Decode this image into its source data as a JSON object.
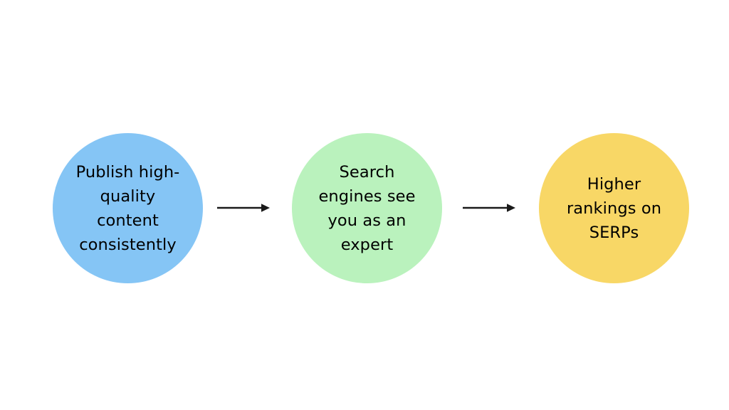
{
  "diagram": {
    "type": "horizontal-flow",
    "background_color": "#ffffff",
    "text_color": "#000000",
    "nodes": [
      {
        "id": "publish-content",
        "label": "Publish high-\nquality\ncontent\nconsistently",
        "lines": [
          "Publish high-",
          "quality",
          "content",
          "consistently"
        ],
        "shape": "circle",
        "color": "#85c5f5",
        "color_name": "light-blue"
      },
      {
        "id": "search-engines-expert",
        "label": "Search\nengines see\nyou as an\nexpert",
        "lines": [
          "Search",
          "engines see",
          "you as an",
          "expert"
        ],
        "shape": "circle",
        "color": "#baf2bd",
        "color_name": "light-green"
      },
      {
        "id": "higher-rankings",
        "label": "Higher\nrankings on\nSERPs",
        "lines": [
          "Higher",
          "rankings on",
          "SERPs"
        ],
        "shape": "circle",
        "color": "#f8d766",
        "color_name": "light-yellow"
      }
    ],
    "connectors": [
      {
        "id": "arrow-publish-to-search",
        "icon": "arrow-right-icon",
        "from": "publish-content",
        "to": "search-engines-expert",
        "color": "#1a1a1a"
      },
      {
        "id": "arrow-search-to-rankings",
        "icon": "arrow-right-icon",
        "from": "search-engines-expert",
        "to": "higher-rankings",
        "color": "#1a1a1a"
      }
    ]
  }
}
